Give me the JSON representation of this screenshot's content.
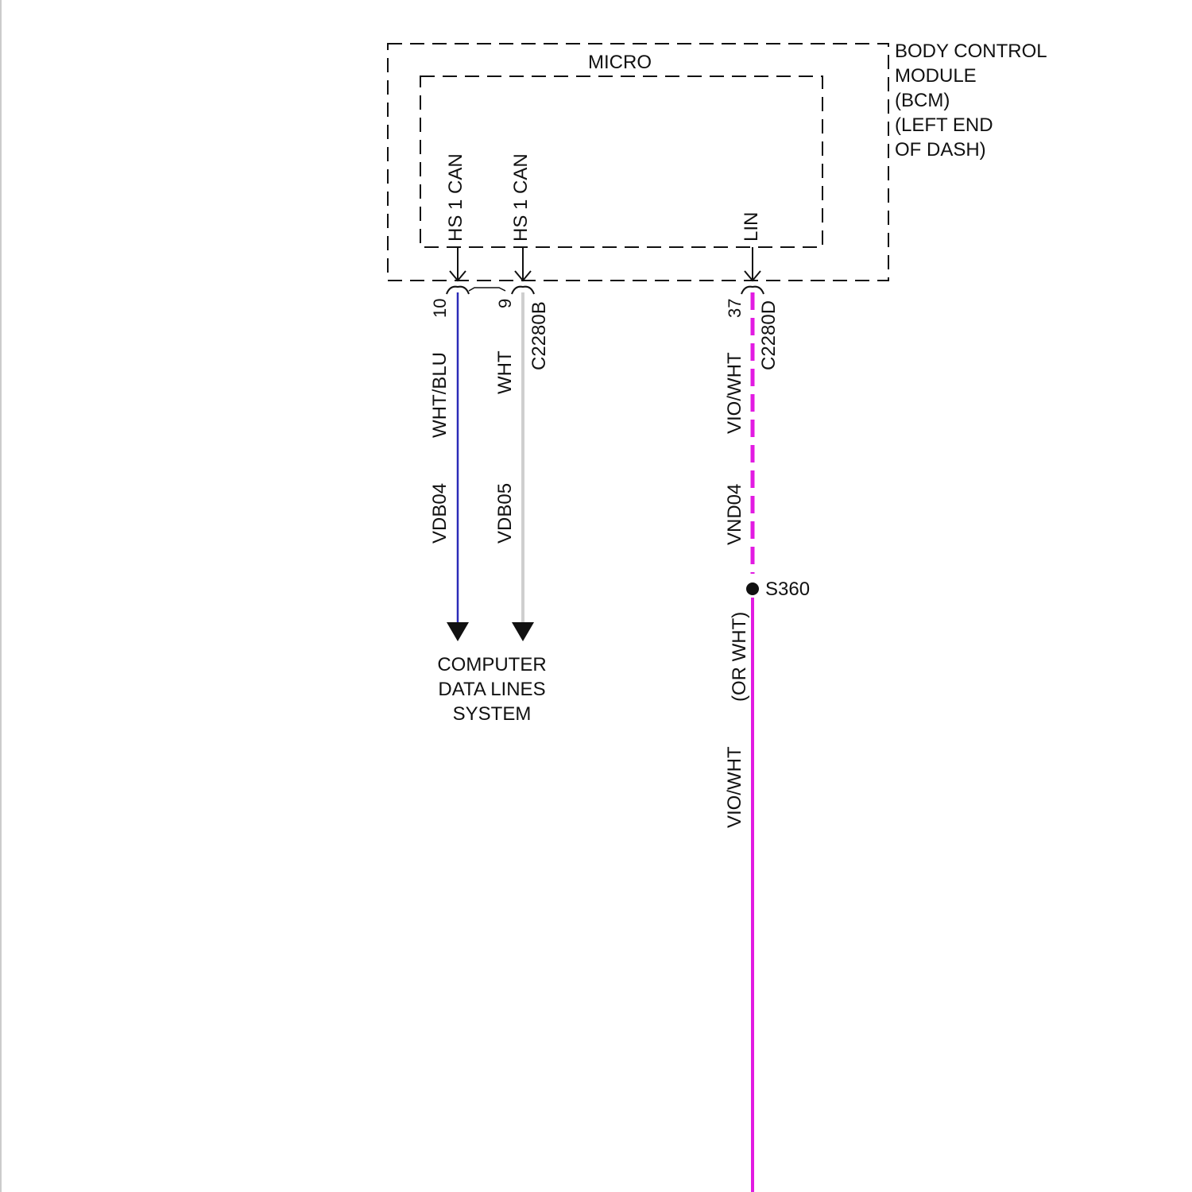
{
  "module": {
    "name_lines": [
      "BODY CONTROL",
      "MODULE",
      "(BCM)",
      "(LEFT END",
      "OF DASH)"
    ],
    "inner_label": "MICRO"
  },
  "pins": [
    {
      "label": "HS 1 CAN",
      "pin": "10",
      "color_code": "WHT/BLU",
      "circuit": "VDB04",
      "wire_color": "#2b2bb8"
    },
    {
      "label": "HS 1 CAN",
      "pin": "9",
      "color_code": "WHT",
      "circuit": "VDB05",
      "wire_color": "#cfcfcf"
    },
    {
      "label": "LIN",
      "pin": "37",
      "color_code": "VIO/WHT",
      "circuit": "VND04",
      "wire_color": "#e21be2"
    }
  ],
  "connectors": [
    "C2280B",
    "C2280D"
  ],
  "splice": {
    "label": "S360",
    "alt_color": "(OR WHT)",
    "color_code": "VIO/WHT"
  },
  "destination_lines": [
    "COMPUTER",
    "DATA LINES",
    "SYSTEM"
  ],
  "colors": {
    "line": "#111111",
    "blue_wire": "#2b2bb8",
    "white_wire": "#cfcfcf",
    "violet_wire": "#e21be2"
  }
}
